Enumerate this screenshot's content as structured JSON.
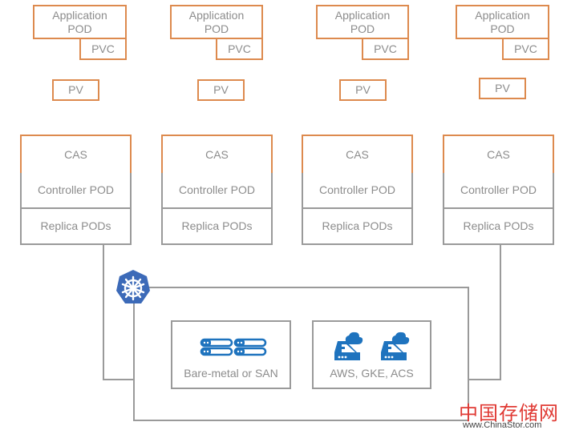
{
  "colors": {
    "app_border": "#dd8a4e",
    "infra_border": "#9a9a9a",
    "text": "#8c8c8c",
    "icon_blue": "#1e73be",
    "k8s_blue": "#3c6ab8",
    "watermark_red": "#e03a34"
  },
  "columns": [
    {
      "app_pod": "Application\nPOD",
      "pvc": "PVC",
      "pv": "PV",
      "cas": "CAS",
      "controller": "Controller POD",
      "replica": "Replica PODs"
    },
    {
      "app_pod": "Application\nPOD",
      "pvc": "PVC",
      "pv": "PV",
      "cas": "CAS",
      "controller": "Controller POD",
      "replica": "Replica PODs"
    },
    {
      "app_pod": "Application\nPOD",
      "pvc": "PVC",
      "pv": "PV",
      "cas": "CAS",
      "controller": "Controller POD",
      "replica": "Replica PODs"
    },
    {
      "app_pod": "Application\nPOD",
      "pvc": "PVC",
      "pv": "PV",
      "cas": "CAS",
      "controller": "Controller POD",
      "replica": "Replica PODs"
    }
  ],
  "cluster": {
    "logo_icon": "kubernetes-helm-icon",
    "storage": [
      {
        "label": "Bare-metal or SAN",
        "icon": "server-rack-icon"
      },
      {
        "label": "AWS, GKE, ACS",
        "icon": "cloud-server-icon"
      }
    ]
  },
  "watermark": {
    "brand": "中国存储网",
    "url": "www.ChinaStor.com"
  }
}
